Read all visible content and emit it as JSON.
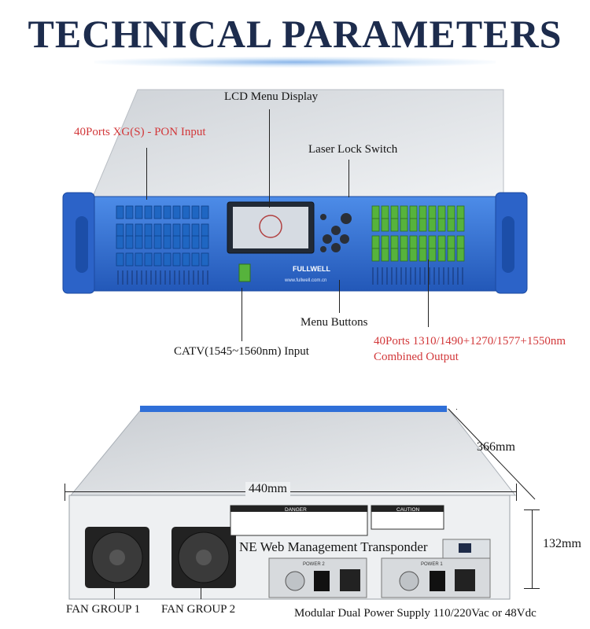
{
  "title": "TECHNICAL PARAMETERS",
  "front": {
    "labels": {
      "lcd": "LCD Menu Display",
      "pon_input": "40Ports XG(S) - PON Input",
      "laser_lock": "Laser Lock Switch",
      "menu_buttons": "Menu Buttons",
      "catv_input": "CATV(1545~1560nm) Input",
      "combined_line1": "40Ports 1310/1490+1270/1577+1550nm",
      "combined_line2": "Combined Output"
    },
    "brand": "FULLWELL",
    "website": "www.fullwell.com.cn"
  },
  "rear": {
    "labels": {
      "width": "440mm",
      "depth": "366mm",
      "height": "132mm",
      "transponder": "NE Web Management Transponder",
      "fan1": "FAN GROUP 1",
      "fan2": "FAN GROUP 2",
      "power": "Modular Dual Power Supply 110/220Vac or 48Vdc"
    },
    "danger": "DANGER",
    "caution": "CAUTION",
    "power1": "POWER 1",
    "power2": "POWER 2"
  },
  "colors": {
    "title": "#1d2c4d",
    "accent_red": "#d2383a",
    "chassis_blue": "#2f6fd8",
    "sc_blue": "#1f66c2",
    "apc_green": "#56b33c"
  }
}
